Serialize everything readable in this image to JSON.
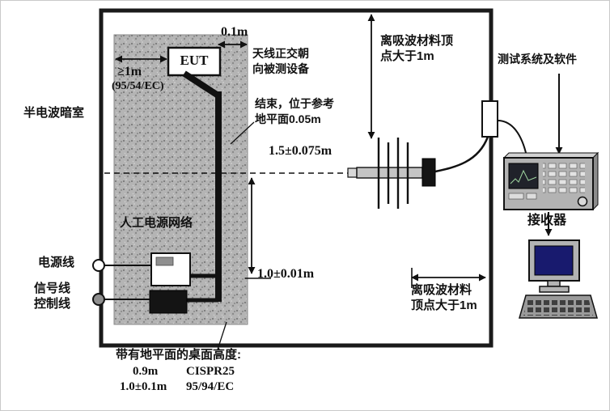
{
  "labels": {
    "chamber": "半电波暗室",
    "eut": "EUT",
    "dim_top_small": "0.1m",
    "dim_left": "≥1m",
    "dim_left_ref": "(95/54/EC)",
    "antenna_orientation_line1": "天线正交朝",
    "antenna_orientation_line2": "向被测设备",
    "termination_line1": "结束，位于参考",
    "termination_line2": "地平面0.05m",
    "harness_length": "1.5±0.075m",
    "absorber_clearance_top_line1": "离吸波材料顶",
    "absorber_clearance_top_line2": "点大于1m",
    "test_system": "测试系统及软件",
    "receiver": "接收器",
    "antenna_distance": "1.0±0.01m",
    "absorber_clearance_right_line1": "离吸波材料",
    "absorber_clearance_right_line2": "顶点大于1m",
    "amn": "人工电源网络",
    "power_line": "电源线",
    "signal_line": "信号线",
    "control_line": "控制线",
    "table_height_title": "带有地平面的桌面高度:",
    "table_height_rows": [
      {
        "value": "0.9m",
        "standard": "CISPR25"
      },
      {
        "value": "1.0±0.1m",
        "standard": "95/94/EC"
      }
    ]
  },
  "colors": {
    "line": "#1a1a1a",
    "table_fill": "#b4b4b4",
    "instrument_fill": "#b3b3b3",
    "screen_fill": "#181a6e",
    "device_black": "#141414"
  }
}
